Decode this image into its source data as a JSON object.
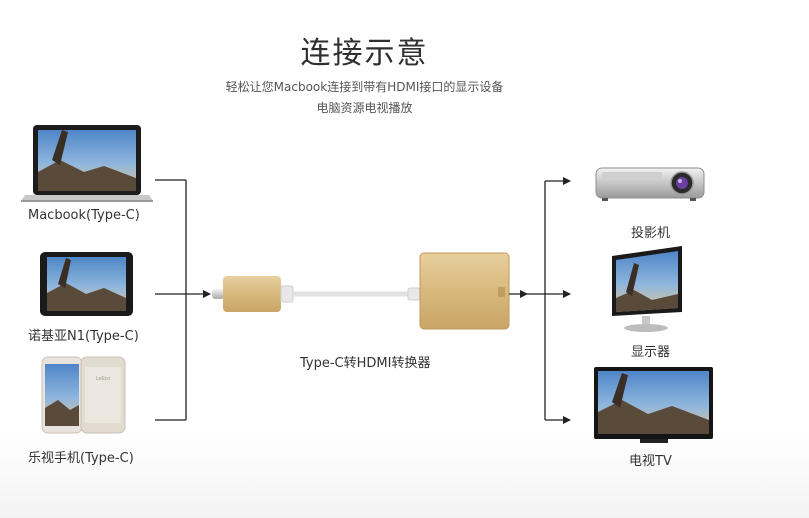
{
  "title": "连接示意",
  "subtitle_line1": "轻松让您Macbook连接到带有HDMI接口的显示设备",
  "subtitle_line2": "电脑资源电视播放",
  "sources": [
    {
      "label": "Macbook(Type-C)",
      "icon": "laptop-icon"
    },
    {
      "label": "诺基亚N1(Type-C)",
      "icon": "tablet-icon"
    },
    {
      "label": "乐视手机(Type-C)",
      "icon": "phone-icon"
    }
  ],
  "converter_label": "Type-C转HDMI转换器",
  "targets": [
    {
      "label": "投影机",
      "icon": "projector-icon"
    },
    {
      "label": "显示器",
      "icon": "monitor-icon"
    },
    {
      "label": "电视TV",
      "icon": "tv-icon"
    }
  ],
  "colors": {
    "line": "#222222",
    "adapter_gold": "#d9b97e",
    "cable": "#e6e6e6"
  }
}
